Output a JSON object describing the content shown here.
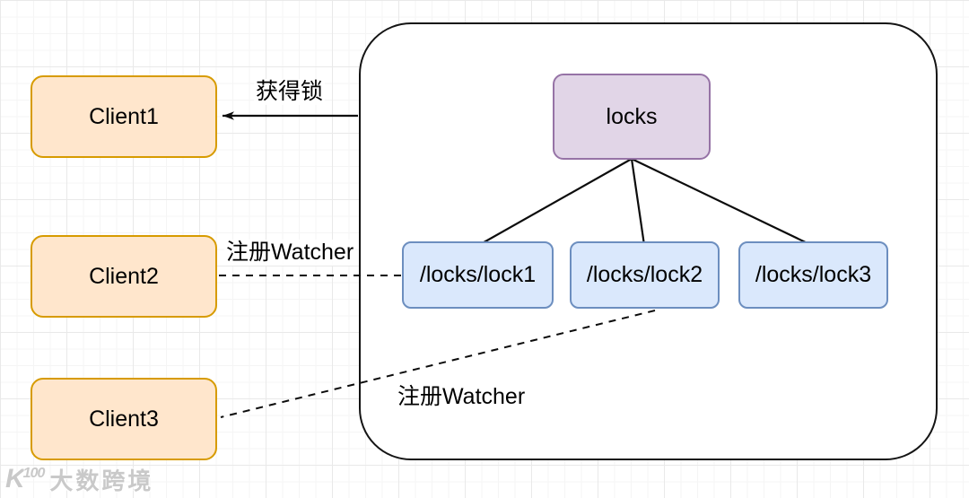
{
  "diagram": {
    "clients": [
      {
        "label": "Client1"
      },
      {
        "label": "Client2"
      },
      {
        "label": "Client3"
      }
    ],
    "tree": {
      "root_label": "locks",
      "nodes": [
        {
          "label": "/locks/lock1"
        },
        {
          "label": "/locks/lock2"
        },
        {
          "label": "/locks/lock3"
        }
      ]
    },
    "edge_labels": {
      "acquire_lock": "获得锁",
      "register_watcher_client2": "注册Watcher",
      "register_watcher_client3": "注册Watcher"
    },
    "watermark": {
      "logo_letter": "K",
      "logo_sup": "100",
      "text": "大数跨境"
    },
    "colors": {
      "client_fill": "#ffe6cc",
      "client_border": "#d79b00",
      "root_fill": "#e1d5e7",
      "root_border": "#9673a6",
      "lock_fill": "#dae8fc",
      "lock_border": "#6c8ebf",
      "container_border": "#141414",
      "line": "#0c0c0c",
      "grid_minor": "#f5f5f5",
      "grid_major": "#e9e9e9"
    }
  }
}
